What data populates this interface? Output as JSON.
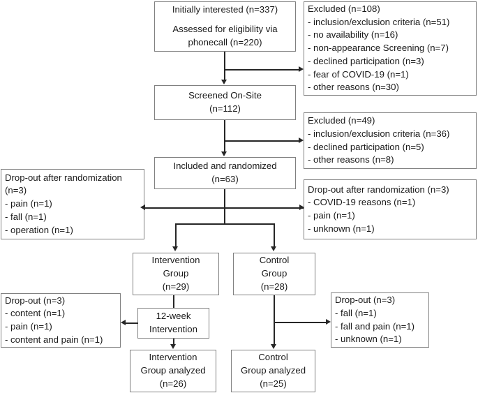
{
  "diagram": {
    "type": "consort-flow-diagram",
    "title": "",
    "line_color": "#262626",
    "box_border_color": "#808080",
    "background": "#ffffff"
  },
  "nodes": {
    "initially_interested": {
      "lines": [
        "Initially interested (n=337)",
        "Assessed for eligibility via",
        "phonecall (n=220)"
      ]
    },
    "excluded_1": {
      "lines": [
        "Excluded (n=108)",
        "- inclusion/exclusion criteria (n=51)",
        "- no availability (n=16)",
        "- non-appearance Screening (n=7)",
        "- declined participation (n=3)",
        "- fear of COVID-19 (n=1)",
        "- other reasons (n=30)"
      ]
    },
    "screened_onsite": {
      "lines": [
        "Screened On-Site",
        "(n=112)"
      ]
    },
    "excluded_2": {
      "lines": [
        "Excluded (n=49)",
        "- inclusion/exclusion criteria (n=36)",
        "- declined participation (n=5)",
        "- other reasons (n=8)"
      ]
    },
    "included_randomized": {
      "lines": [
        "Included and randomized",
        "(n=63)"
      ]
    },
    "dropout_rand_left": {
      "lines": [
        "Drop-out after randomization",
        "(n=3)",
        "- pain (n=1)",
        "- fall (n=1)",
        "- operation (n=1)"
      ]
    },
    "dropout_rand_right": {
      "lines": [
        "Drop-out after randomization (n=3)",
        "- COVID-19 reasons (n=1)",
        "- pain (n=1)",
        "- unknown (n=1)"
      ]
    },
    "intervention_group": {
      "lines": [
        "Intervention",
        "Group",
        "(n=29)"
      ]
    },
    "control_group": {
      "lines": [
        "Control",
        "Group",
        "(n=28)"
      ]
    },
    "twelve_week_intervention": {
      "lines": [
        "12-week",
        "Intervention"
      ]
    },
    "dropout_intervention": {
      "lines": [
        "Drop-out (n=3)",
        "- content (n=1)",
        "- pain (n=1)",
        "- content and pain (n=1)"
      ]
    },
    "dropout_control": {
      "lines": [
        "Drop-out (n=3)",
        "- fall (n=1)",
        "- fall and pain (n=1)",
        "- unknown (n=1)"
      ]
    },
    "intervention_analyzed": {
      "lines": [
        "Intervention",
        "Group analyzed",
        "(n=26)"
      ]
    },
    "control_analyzed": {
      "lines": [
        "Control",
        "Group analyzed",
        "(n=25)"
      ]
    }
  }
}
